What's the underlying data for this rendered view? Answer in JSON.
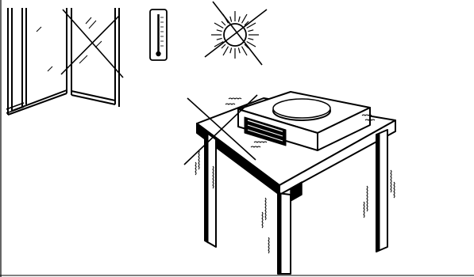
{
  "illustration": {
    "background_color": "#ffffff",
    "line_color": "#000000",
    "shade_color": "#ffffff",
    "elements": [
      "window-frame",
      "crossed-window",
      "thermometer-icon",
      "crossed-sun-icon",
      "table",
      "balance-scale",
      "crossed-draft-lines",
      "vibration-marks"
    ]
  }
}
